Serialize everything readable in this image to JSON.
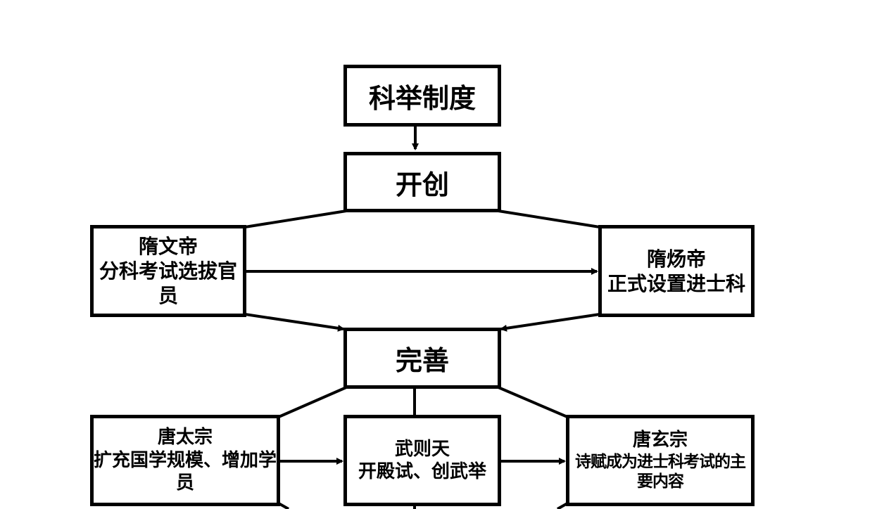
{
  "diagram": {
    "root": "科举制度",
    "stage1": "开创",
    "sui_wendi": {
      "name": "隋文帝",
      "desc": "分科考试选拔官员"
    },
    "sui_yangdi": {
      "name": "隋炀帝",
      "desc": "正式设置进士科"
    },
    "stage2": "完善",
    "tang_taizong": {
      "name": "唐太宗",
      "desc": "扩充国学规模、增加学员"
    },
    "wu_zetian": {
      "name": "武则天",
      "desc": "开殿试、创武举"
    },
    "tang_xuanzong": {
      "name": "唐玄宗",
      "desc": "诗赋成为进士科考试的主要内容"
    }
  }
}
